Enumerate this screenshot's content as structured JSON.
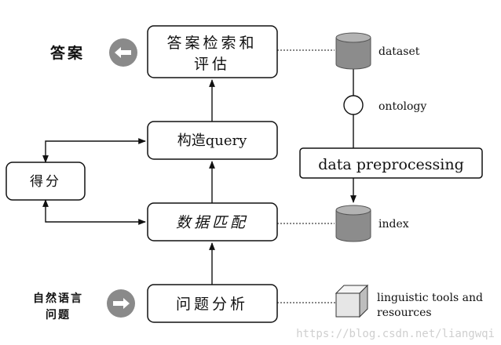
{
  "nodes": {
    "answer_retrieval": {
      "line1": "答案检索和",
      "line2": "评估"
    },
    "build_query": {
      "label": "构造query"
    },
    "score": {
      "label": "得分"
    },
    "data_match": {
      "label": "数据匹配"
    },
    "question_analysis": {
      "label": "问题分析"
    },
    "data_preprocessing": {
      "label": "data preprocessing"
    }
  },
  "side_labels": {
    "answer": "答案",
    "input_line1": "自然语言",
    "input_line2": "问题"
  },
  "resources": {
    "dataset": "dataset",
    "ontology": "ontology",
    "index": "index",
    "tools_line1": "linguistic tools and",
    "tools_line2": "resources"
  },
  "watermark": "https://blog.csdn.net/liangwqi",
  "colors": {
    "cylinder_fill": "#8c8c8c",
    "cylinder_top": "#b3b3b3",
    "arrow_circle": "#8a8a8a",
    "cube_front": "#e6e6e6"
  }
}
